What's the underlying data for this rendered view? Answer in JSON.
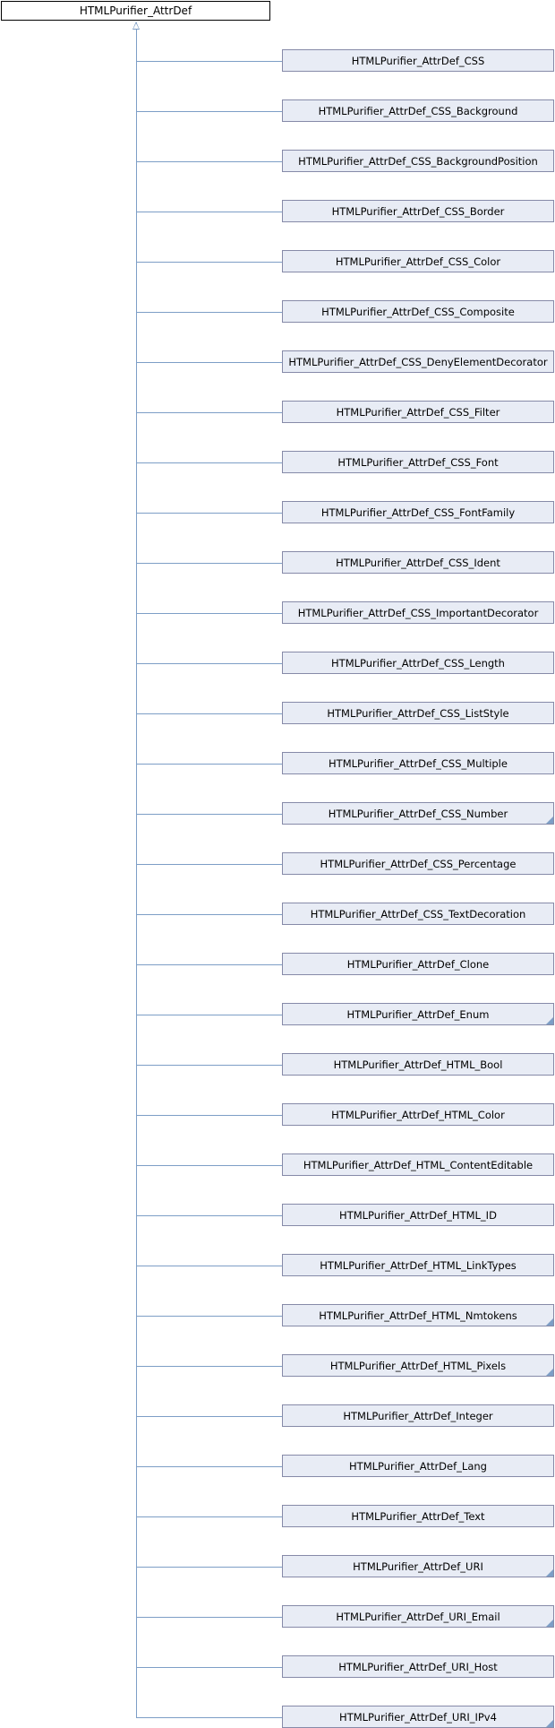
{
  "base_class": "HTMLPurifier_AttrDef",
  "subclasses": [
    {
      "name": "HTMLPurifier_AttrDef_CSS",
      "has_children": false
    },
    {
      "name": "HTMLPurifier_AttrDef_CSS_Background",
      "has_children": false
    },
    {
      "name": "HTMLPurifier_AttrDef_CSS_BackgroundPosition",
      "has_children": false
    },
    {
      "name": "HTMLPurifier_AttrDef_CSS_Border",
      "has_children": false
    },
    {
      "name": "HTMLPurifier_AttrDef_CSS_Color",
      "has_children": false
    },
    {
      "name": "HTMLPurifier_AttrDef_CSS_Composite",
      "has_children": false
    },
    {
      "name": "HTMLPurifier_AttrDef_CSS_DenyElementDecorator",
      "has_children": false
    },
    {
      "name": "HTMLPurifier_AttrDef_CSS_Filter",
      "has_children": false
    },
    {
      "name": "HTMLPurifier_AttrDef_CSS_Font",
      "has_children": false
    },
    {
      "name": "HTMLPurifier_AttrDef_CSS_FontFamily",
      "has_children": false
    },
    {
      "name": "HTMLPurifier_AttrDef_CSS_Ident",
      "has_children": false
    },
    {
      "name": "HTMLPurifier_AttrDef_CSS_ImportantDecorator",
      "has_children": false
    },
    {
      "name": "HTMLPurifier_AttrDef_CSS_Length",
      "has_children": false
    },
    {
      "name": "HTMLPurifier_AttrDef_CSS_ListStyle",
      "has_children": false
    },
    {
      "name": "HTMLPurifier_AttrDef_CSS_Multiple",
      "has_children": false
    },
    {
      "name": "HTMLPurifier_AttrDef_CSS_Number",
      "has_children": true
    },
    {
      "name": "HTMLPurifier_AttrDef_CSS_Percentage",
      "has_children": false
    },
    {
      "name": "HTMLPurifier_AttrDef_CSS_TextDecoration",
      "has_children": false
    },
    {
      "name": "HTMLPurifier_AttrDef_Clone",
      "has_children": false
    },
    {
      "name": "HTMLPurifier_AttrDef_Enum",
      "has_children": true
    },
    {
      "name": "HTMLPurifier_AttrDef_HTML_Bool",
      "has_children": false
    },
    {
      "name": "HTMLPurifier_AttrDef_HTML_Color",
      "has_children": false
    },
    {
      "name": "HTMLPurifier_AttrDef_HTML_ContentEditable",
      "has_children": false
    },
    {
      "name": "HTMLPurifier_AttrDef_HTML_ID",
      "has_children": false
    },
    {
      "name": "HTMLPurifier_AttrDef_HTML_LinkTypes",
      "has_children": false
    },
    {
      "name": "HTMLPurifier_AttrDef_HTML_Nmtokens",
      "has_children": true
    },
    {
      "name": "HTMLPurifier_AttrDef_HTML_Pixels",
      "has_children": true
    },
    {
      "name": "HTMLPurifier_AttrDef_Integer",
      "has_children": false
    },
    {
      "name": "HTMLPurifier_AttrDef_Lang",
      "has_children": false
    },
    {
      "name": "HTMLPurifier_AttrDef_Text",
      "has_children": false
    },
    {
      "name": "HTMLPurifier_AttrDef_URI",
      "has_children": true
    },
    {
      "name": "HTMLPurifier_AttrDef_URI_Email",
      "has_children": true
    },
    {
      "name": "HTMLPurifier_AttrDef_URI_Host",
      "has_children": false
    },
    {
      "name": "HTMLPurifier_AttrDef_URI_IPv4",
      "has_children": true
    }
  ]
}
